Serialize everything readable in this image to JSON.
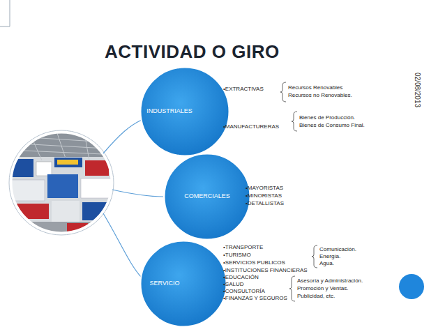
{
  "diagram": {
    "title": "ACTIVIDAD O GIRO",
    "nodes": [
      {
        "text": [
          "INDUSTRIALES"
        ]
      },
      {
        "text": [
          "COMERCIALES"
        ]
      },
      {
        "text": [
          "SERVICIO"
        ]
      }
    ],
    "labels": [
      "•EXTRACTIVAS",
      "Recursos Renovables",
      "Recursos no Renovables.",
      "Bienes de Producción.",
      "Bienes de Consumo Final.",
      "•MANUFACTURERAS",
      "•MAYORISTAS",
      "•MINORISTAS",
      "•DETALLISTAS",
      "•TRANSPORTE",
      "•TURISMO",
      "•SERVICIOS PUBLICOS",
      "•INSTITUCIONES FINANCIERAS",
      "•EDUCACIÓN",
      "•SALUD",
      "•CONSULTORÍA",
      "•FINANZAS Y SEGUROS",
      "Comunicación.",
      "Energía.",
      "Agua.",
      "Asesoría y Administración.",
      "Promoción y Ventas.",
      "Publicidad, etc.",
      "02/08/2013"
    ]
  }
}
